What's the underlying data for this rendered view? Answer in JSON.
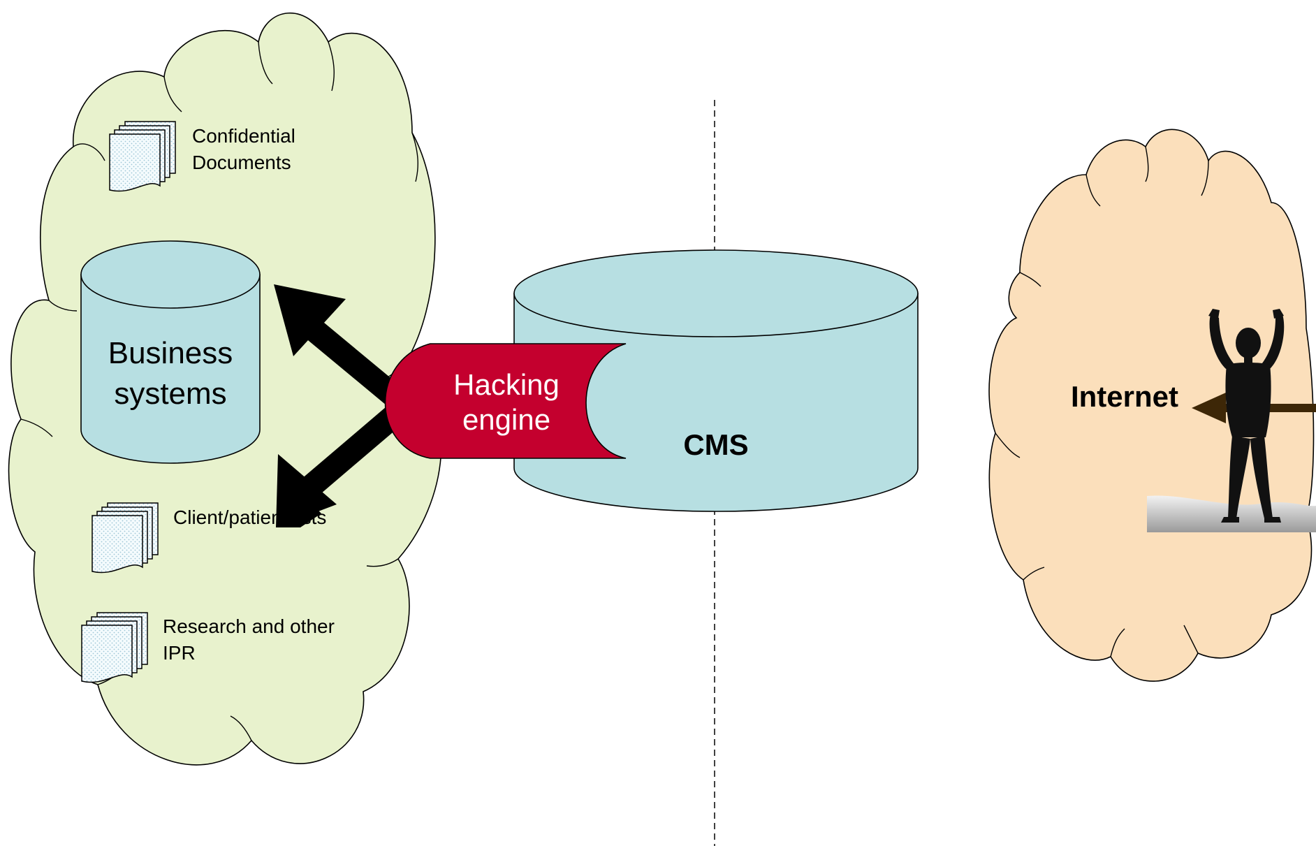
{
  "internal_network": {
    "items": [
      {
        "line1": "Confidential",
        "line2": "Documents"
      },
      {
        "line1": "Client/patient lists",
        "line2": ""
      },
      {
        "line1": "Research and other",
        "line2": "IPR"
      }
    ],
    "business_systems": {
      "line1": "Business",
      "line2": "systems"
    }
  },
  "cms": {
    "label": "CMS",
    "hacking_engine": {
      "line1": "Hacking",
      "line2": "engine"
    }
  },
  "internet": {
    "label": "Internet"
  },
  "colors": {
    "internal_cloud": "#e8f2cd",
    "internet_cloud": "#fbdfbb",
    "cylinder": "#b7dfe2",
    "hacking_engine": "#c4002e",
    "hacking_engine_text": "#ffffff",
    "arrow": "#000000",
    "internet_arrow": "#3d2707"
  },
  "icons": [
    "document-stack-icon",
    "hacker-figure-icon"
  ]
}
